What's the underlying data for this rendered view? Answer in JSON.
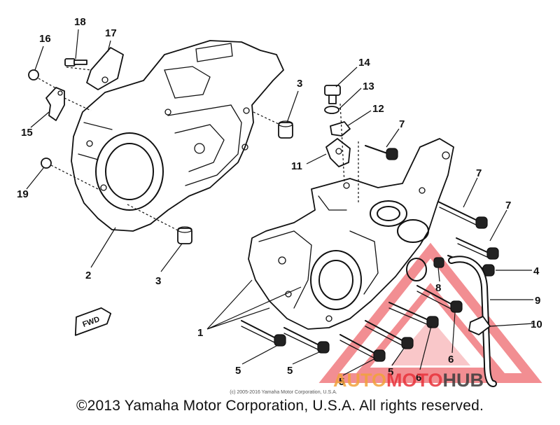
{
  "callouts": [
    {
      "id": "c18",
      "label": "18"
    },
    {
      "id": "c17",
      "label": "17"
    },
    {
      "id": "c16",
      "label": "16"
    },
    {
      "id": "c15",
      "label": "15"
    },
    {
      "id": "c19",
      "label": "19"
    },
    {
      "id": "c3a",
      "label": "3"
    },
    {
      "id": "c3b",
      "label": "3"
    },
    {
      "id": "c2",
      "label": "2"
    },
    {
      "id": "c14",
      "label": "14"
    },
    {
      "id": "c13",
      "label": "13"
    },
    {
      "id": "c12",
      "label": "12"
    },
    {
      "id": "c11",
      "label": "11"
    },
    {
      "id": "c7a",
      "label": "7"
    },
    {
      "id": "c7b",
      "label": "7"
    },
    {
      "id": "c7c",
      "label": "7"
    },
    {
      "id": "c4",
      "label": "4"
    },
    {
      "id": "c8",
      "label": "8"
    },
    {
      "id": "c9",
      "label": "9"
    },
    {
      "id": "c10",
      "label": "10"
    },
    {
      "id": "c1",
      "label": "1"
    },
    {
      "id": "c5a",
      "label": "5"
    },
    {
      "id": "c5b",
      "label": "5"
    },
    {
      "id": "c5c",
      "label": "5"
    },
    {
      "id": "c5d",
      "label": "5"
    },
    {
      "id": "c6a",
      "label": "6"
    },
    {
      "id": "c6b",
      "label": "6"
    }
  ],
  "fwd_marker": "FWD",
  "small_credit": "(c) 2005-2016 Yamaha Motor Corporation, U.S.A.",
  "copyright": "©2013 Yamaha Motor Corporation, U.S.A. All rights reserved.",
  "watermark": {
    "part1": "AUTO",
    "part2": "MOTO",
    "part3": "HUB",
    "colors": {
      "auto": "#f1a23b",
      "moto": "#e8323a",
      "hub": "#3a3a3a",
      "triangle": "#e8323a"
    }
  }
}
